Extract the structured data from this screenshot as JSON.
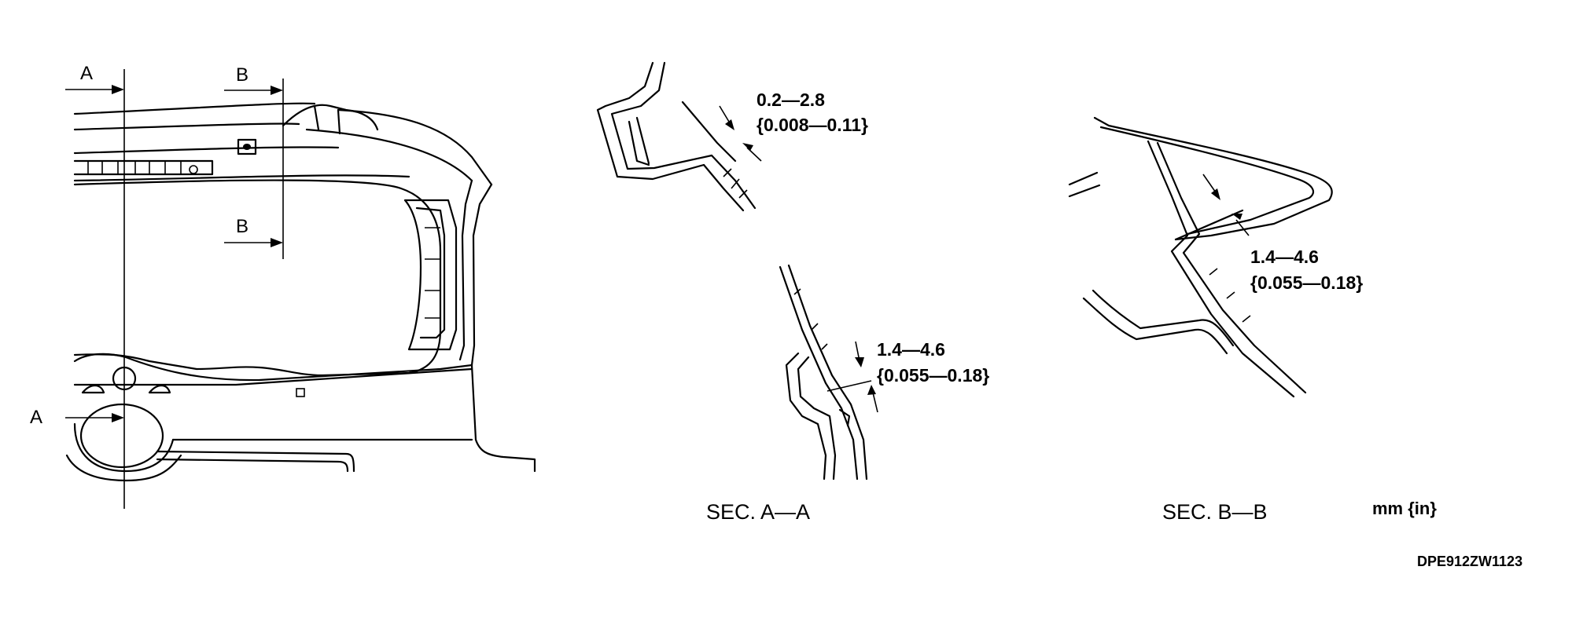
{
  "main_view": {
    "arrow_a_top": "A",
    "arrow_b_top": "B",
    "arrow_b_mid": "B",
    "arrow_a_bottom": "A"
  },
  "section_a": {
    "dim1_range": "0.2—2.8",
    "dim1_inch": "{0.008—0.11}",
    "dim2_range": "1.4—4.6",
    "dim2_inch": "{0.055—0.18}",
    "caption": "SEC. A—A"
  },
  "section_b": {
    "dim_range": "1.4—4.6",
    "dim_inch": "{0.055—0.18}",
    "caption": "SEC. B—B"
  },
  "units_note": "mm {in}",
  "figure_code": "DPE912ZW1123"
}
